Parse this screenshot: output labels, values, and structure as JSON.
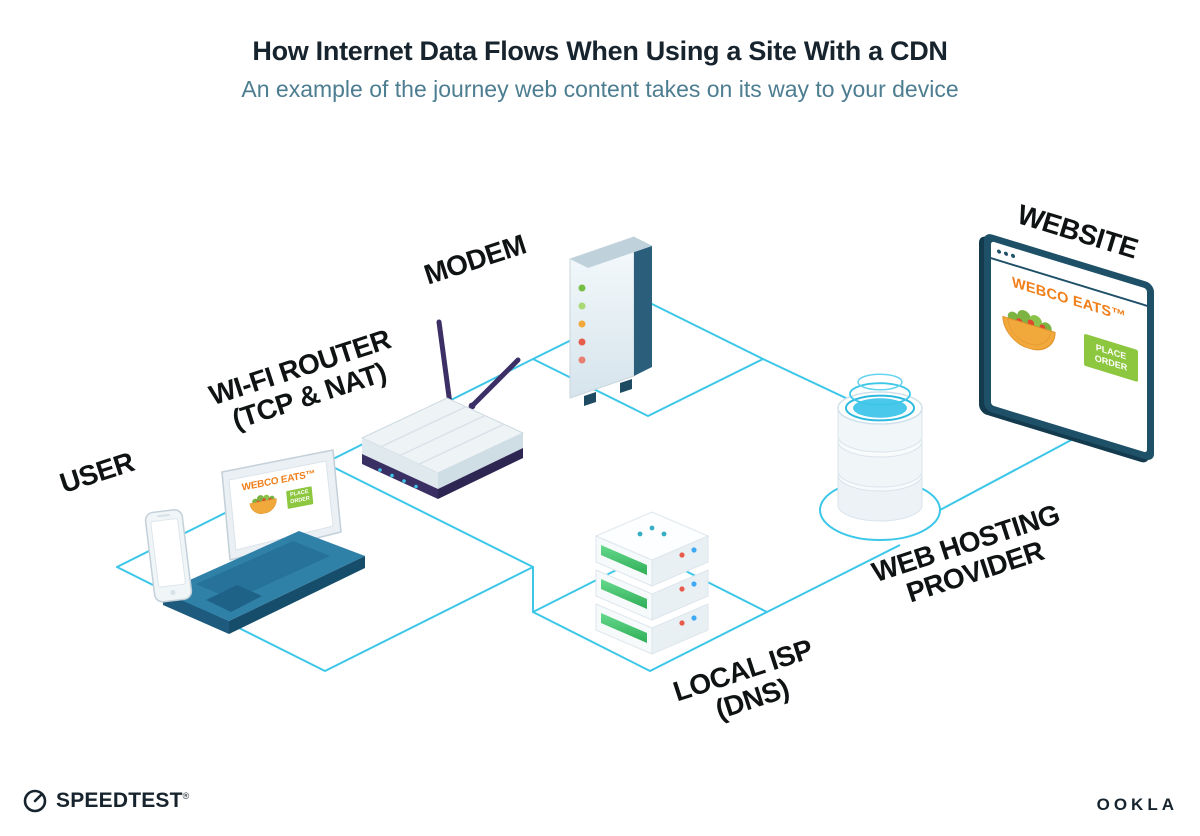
{
  "header": {
    "title": "How Internet Data Flows When Using a Site With a CDN",
    "subtitle": "An example of the journey web content takes on its way to your device"
  },
  "nodes": {
    "user": {
      "label": "USER"
    },
    "wifi_router": {
      "label_line1": "WI-FI ROUTER",
      "label_line2": "(TCP & NAT)"
    },
    "modem": {
      "label": "MODEM"
    },
    "local_isp": {
      "label_line1": "LOCAL ISP",
      "label_line2": "(DNS)"
    },
    "web_hosting": {
      "label_line1": "WEB HOSTING",
      "label_line2": "PROVIDER"
    },
    "website": {
      "label": "WEBSITE"
    }
  },
  "website_window": {
    "brand": "WEBCO EATS™",
    "order_button": "PLACE ORDER"
  },
  "laptop_screen": {
    "brand": "WEBCO EATS™",
    "order_button": "PLACE ORDER"
  },
  "footer": {
    "speedtest_wordmark": "SPEEDTEST",
    "speedtest_mark": "®",
    "ookla_wordmark": "OOKLA"
  },
  "colors": {
    "accent_line": "#3cc7e8",
    "title_text": "#17242e",
    "subtitle_text": "#4d7d90",
    "label_text": "#101314",
    "brand_orange": "#f07f1a",
    "button_green": "#8dc63f",
    "browser_frame_teal": "#1e5068",
    "router_antenna_purple": "#3b2f66",
    "server_green": "#2fae57",
    "water_cyan": "#4ac8ec"
  }
}
